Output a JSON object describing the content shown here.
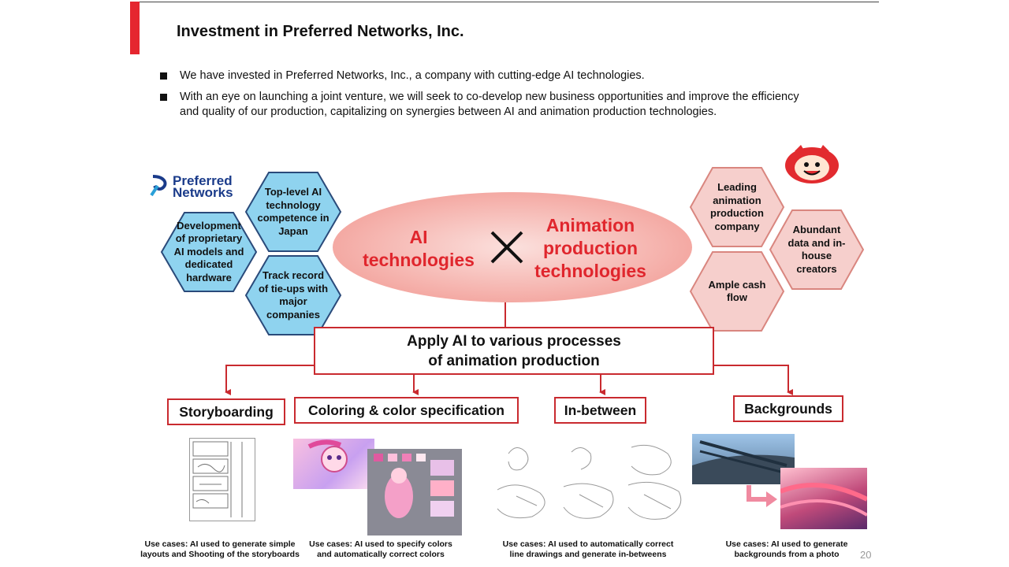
{
  "title": "Investment in Preferred Networks, Inc.",
  "bullets": [
    "We have invested in Preferred Networks, Inc., a company with cutting-edge AI technologies.",
    "With an eye on launching a joint venture, we will seek to co-develop new business opportunities and improve the efficiency",
    "and quality of our production, capitalizing on synergies between AI and animation production technologies."
  ],
  "logo": {
    "line1": "Preferred",
    "line2": "Networks"
  },
  "pfn_hexes": [
    {
      "lines": [
        "Top-level AI",
        "technology",
        "competence in",
        "Japan"
      ]
    },
    {
      "lines": [
        "Development",
        "of proprietary",
        "AI models and",
        "dedicated",
        "hardware"
      ]
    },
    {
      "lines": [
        "Track record",
        "of tie-ups with",
        "major",
        "companies"
      ]
    }
  ],
  "toei_hexes": [
    {
      "lines": [
        "Leading",
        "animation",
        "production",
        "company"
      ]
    },
    {
      "lines": [
        "Abundant",
        "data and in-",
        "house",
        "creators"
      ]
    },
    {
      "lines": [
        "Ample cash",
        "flow"
      ]
    }
  ],
  "synergy": {
    "left_lines": [
      "AI",
      "technologies"
    ],
    "right_lines": [
      "Animation",
      "production",
      "technologies"
    ]
  },
  "apply_lines": [
    "Apply AI to various processes",
    "of animation production"
  ],
  "processes": [
    {
      "label": "Storyboarding",
      "caption_lines": [
        "Use cases: AI used to generate simple",
        "layouts and Shooting of the storyboards"
      ]
    },
    {
      "label": "Coloring & color specification",
      "caption_lines": [
        "Use cases: AI used to specify colors",
        "and automatically correct colors"
      ]
    },
    {
      "label": "In-between",
      "caption_lines": [
        "Use cases: AI used to automatically correct",
        "line drawings and generate in-betweens"
      ]
    },
    {
      "label": "Backgrounds",
      "caption_lines": [
        "Use cases: AI used to generate",
        "backgrounds from a photo"
      ]
    }
  ],
  "page_number": "20",
  "colors": {
    "accent_red": "#e5262f",
    "hex_blue": "#8fd3ef",
    "hex_blue_border": "#2a4a7a",
    "hex_pink": "#f6cfcc",
    "hex_pink_border": "#d9867f",
    "ellipse": "#f7b8b3"
  }
}
